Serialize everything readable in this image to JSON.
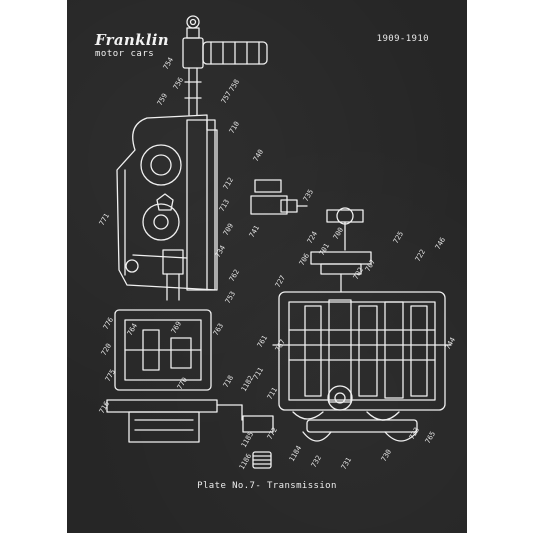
{
  "header": {
    "brand_name": "Franklin",
    "brand_subtitle": "motor cars",
    "years": "1909-1910"
  },
  "caption": "Plate No.7- Transmission",
  "colors": {
    "board": "#262626",
    "ink": "#f0f0f0",
    "background": "#ffffff"
  },
  "part_labels": [
    "754",
    "758",
    "757",
    "759",
    "756",
    "710",
    "771",
    "740",
    "735",
    "712",
    "713",
    "709",
    "734",
    "741",
    "700",
    "724",
    "701",
    "725",
    "722",
    "746",
    "776",
    "753",
    "763",
    "762",
    "727",
    "744",
    "706",
    "702",
    "764",
    "707",
    "769",
    "770",
    "775",
    "716",
    "720",
    "711",
    "1182",
    "761",
    "767",
    "711",
    "718",
    "733",
    "1185",
    "1186",
    "1184",
    "732",
    "731",
    "730",
    "772",
    "765"
  ]
}
